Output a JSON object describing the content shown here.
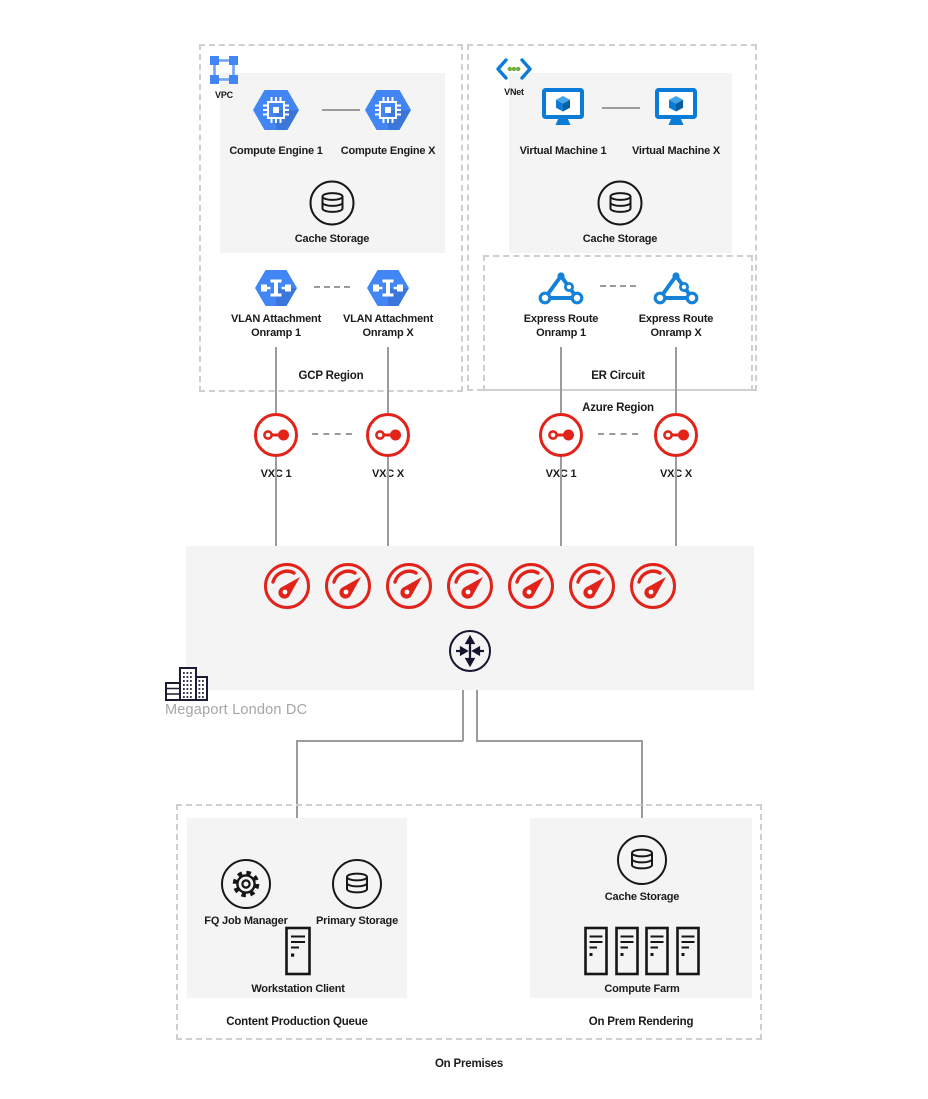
{
  "gcp_region": {
    "region_label": "GCP Region",
    "vpc_label": "VPC",
    "compute_engine_1": "Compute Engine 1",
    "compute_engine_x": "Compute Engine X",
    "cache_storage": "Cache Storage",
    "vlan_1_line1": "VLAN Attachment",
    "vlan_1_line2": "Onramp 1",
    "vlan_x_line1": "VLAN Attachment",
    "vlan_x_line2": "Onramp X"
  },
  "azure_region": {
    "region_label": "Azure Region",
    "vnet_label": "VNet",
    "er_circuit_label": "ER Circuit",
    "vm_1": "Virtual Machine 1",
    "vm_x": "Virtual Machine X",
    "cache_storage": "Cache Storage",
    "er_1_line1": "Express Route",
    "er_1_line2": "Onramp 1",
    "er_x_line1": "Express Route",
    "er_x_line2": "Onramp X"
  },
  "vxc": {
    "gcp_1": "VXC 1",
    "gcp_x": "VXC X",
    "azure_1": "VXC 1",
    "azure_x": "VXC X"
  },
  "megaport": {
    "dc_label": "Megaport London DC",
    "port_count": 7
  },
  "on_premises": {
    "region_label": "On Premises",
    "left_caption": "Content Production Queue",
    "right_caption": "On Prem Rendering",
    "fq_job_manager": "FQ Job Manager",
    "primary_storage": "Primary Storage",
    "workstation_client": "Workstation Client",
    "cache_storage": "Cache Storage",
    "compute_farm": "Compute Farm",
    "compute_farm_count": 4
  },
  "colors": {
    "gcp_blue": "#4285F4",
    "azure_blue": "#0A7CD7",
    "vnet_green": "#74AE3A",
    "megaport_red": "#E2231A",
    "ink": "#15152E",
    "line_gray": "#9C9C9C",
    "dash_gray": "#CFCFCF",
    "panel_gray": "#F4F4F5",
    "muted_text": "#A6A6AA"
  }
}
